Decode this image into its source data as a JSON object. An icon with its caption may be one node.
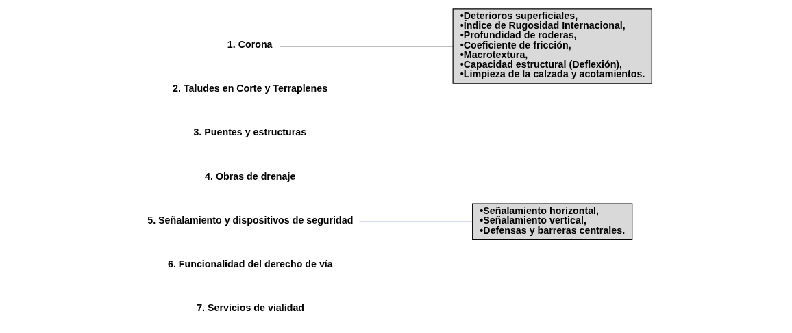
{
  "diagram": {
    "nodes": [
      {
        "text": [
          "1. Corona"
        ]
      },
      {
        "text": [
          "•Deterioros superficiales,",
          "•Índice de Rugosidad Internacional,",
          "•Profundidad de roderas,",
          "•Coeficiente de fricción,",
          "•Macrotextura,",
          "•Capacidad estructural (Deflexión),",
          "•Limpieza de la calzada y acotamientos."
        ]
      },
      {
        "text": [
          "5. Señalamiento y dispositivos de seguridad"
        ]
      },
      {
        "text": [
          "•Señalamiento horizontal,",
          "•Señalamiento vertical,",
          "•Defensas y barreras centrales."
        ]
      }
    ],
    "edges": [
      {
        "from": 0,
        "to": 1,
        "arrow": "none"
      },
      {
        "from": 2,
        "to": 3,
        "arrow": "none",
        "color": "#4a6fa5"
      }
    ],
    "labels": [
      "2. Taludes en Corte y Terraplenes",
      "3. Puentes y estructuras",
      "4. Obras de drenaje",
      "6. Funcionalidad del derecho de vía",
      "7. Servicios de vialidad"
    ]
  }
}
